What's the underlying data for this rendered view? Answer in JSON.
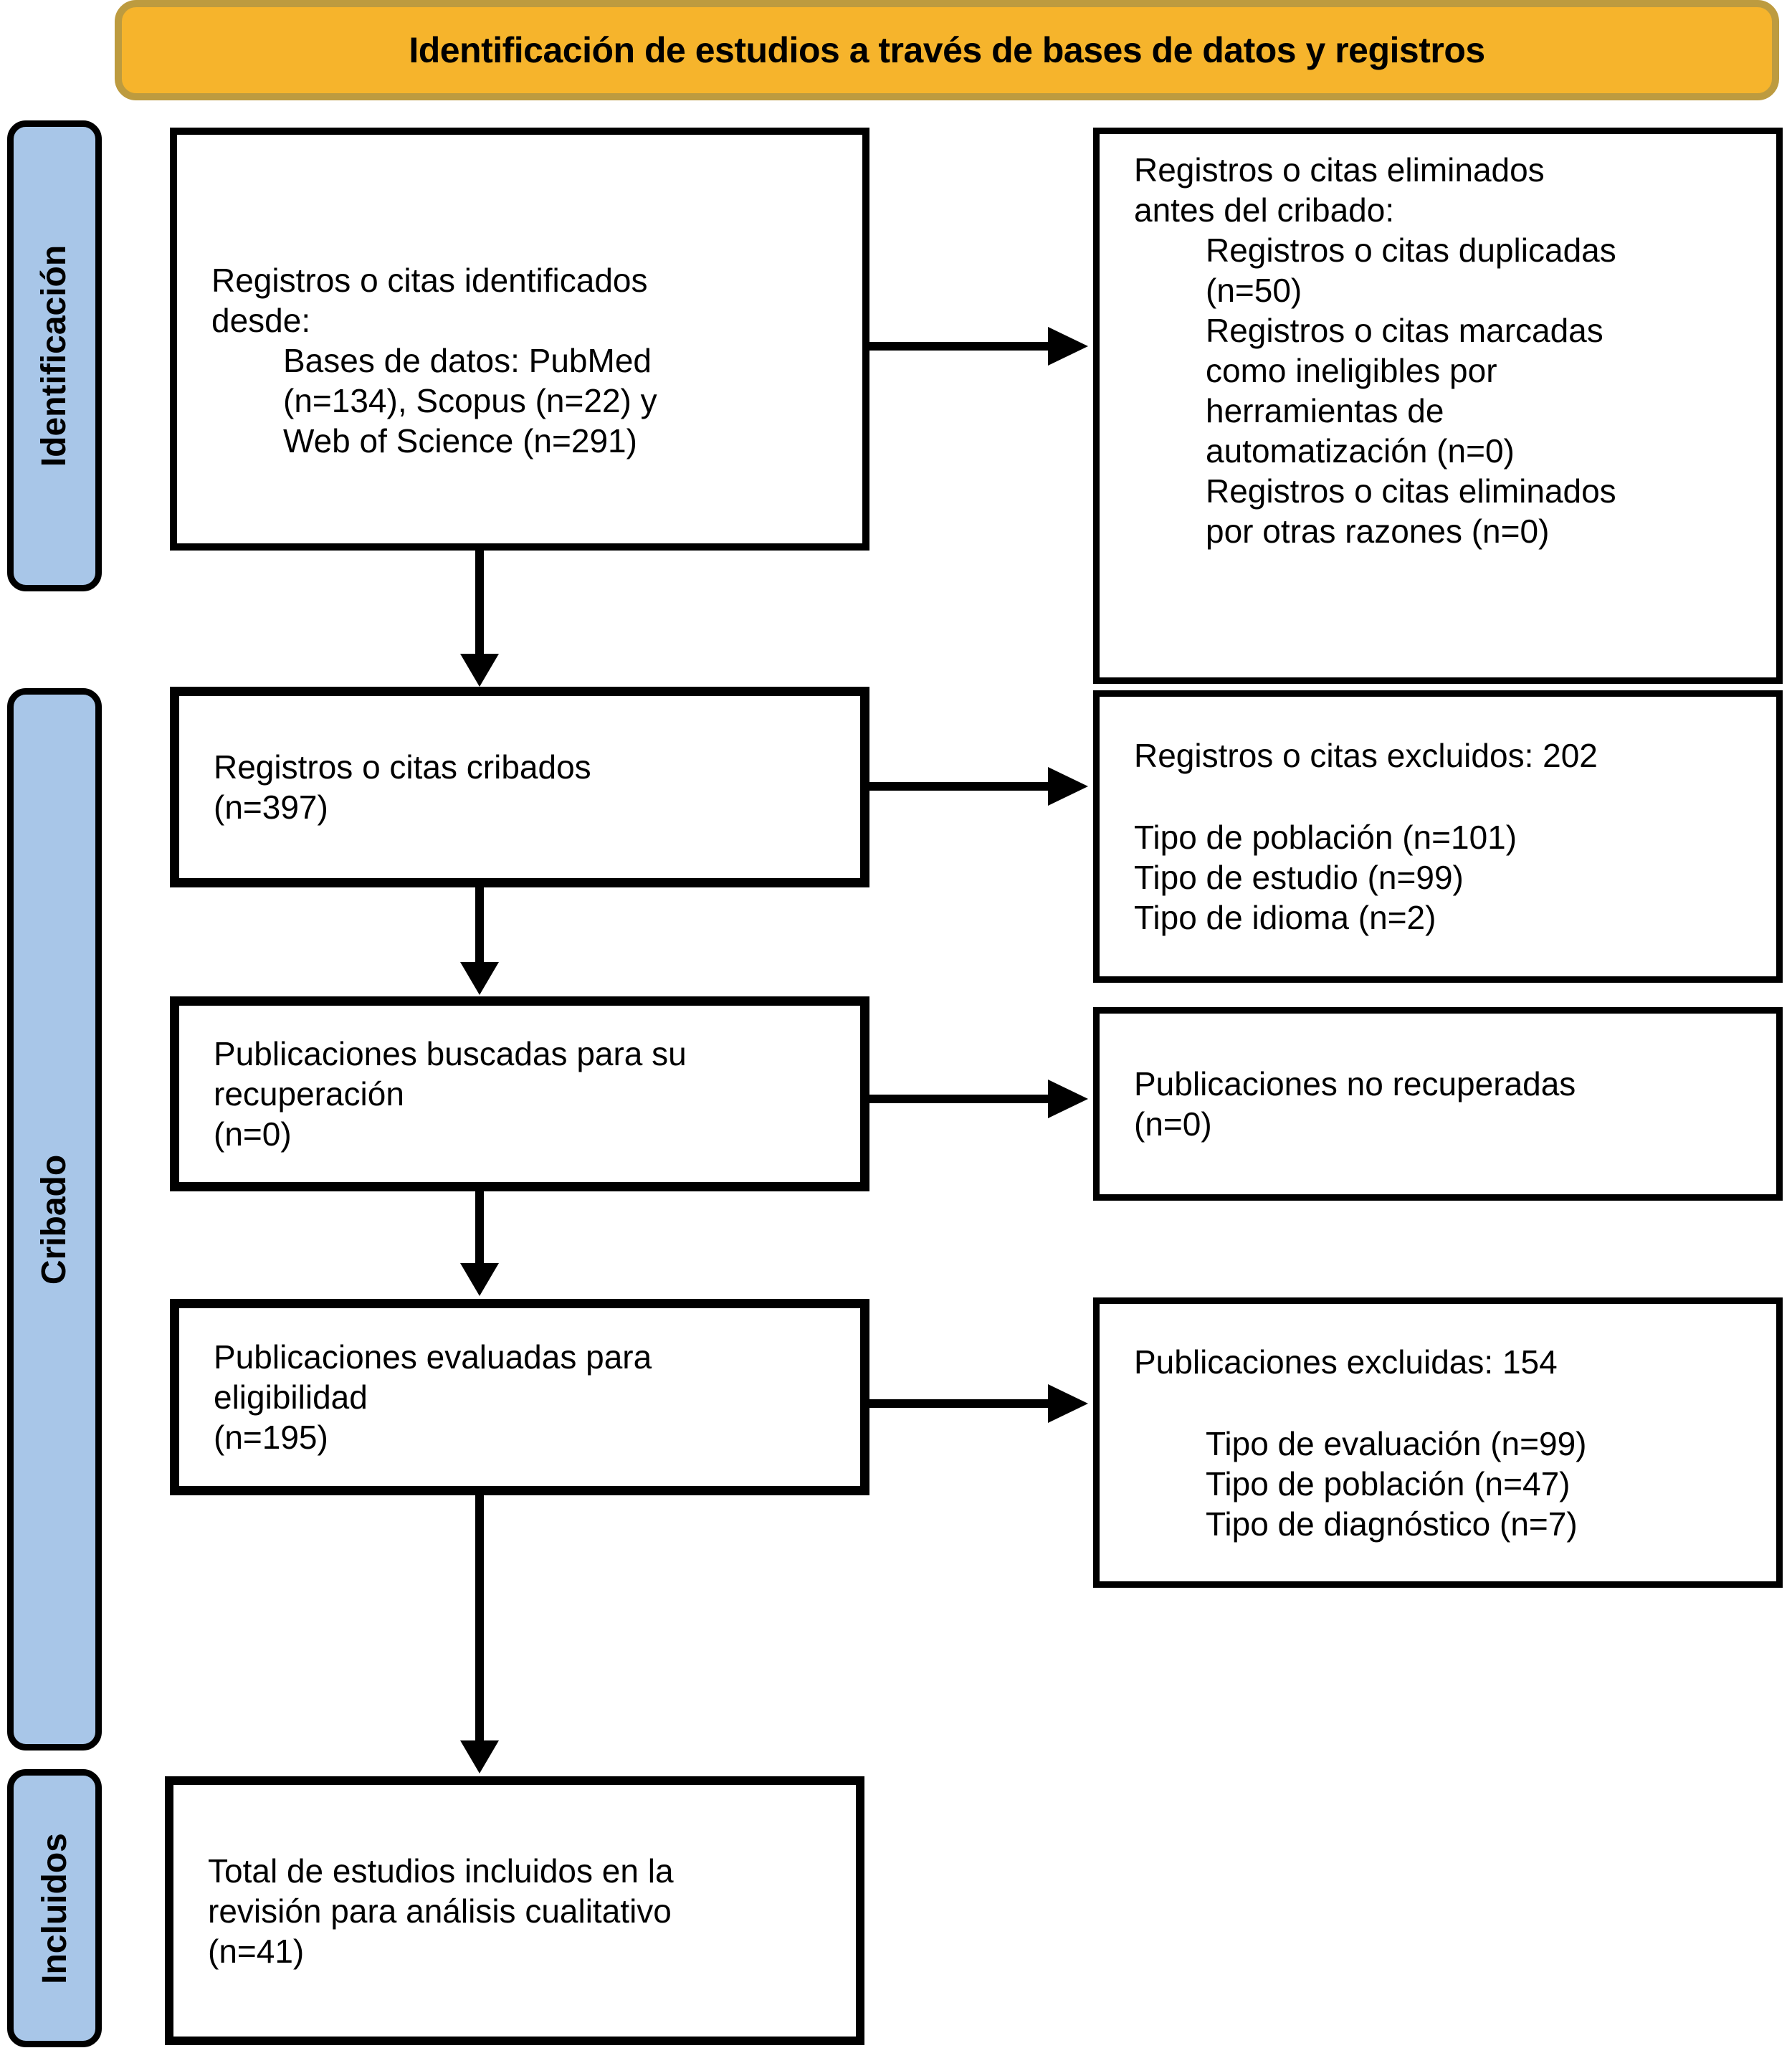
{
  "title": "Identificación de estudios a través de bases de datos y registros",
  "colors": {
    "banner_fill": "#F6B42C",
    "banner_border": "#BD9B3F",
    "stage_fill": "#A8C6E8",
    "box_border": "#000000",
    "text": "#000000"
  },
  "stages": {
    "identification": "Identificación",
    "screening": "Cribado",
    "included": "Incluidos"
  },
  "boxes": {
    "identified": {
      "lines": [
        "Registros o citas identificados",
        "desde:",
        "Bases de datos: PubMed",
        "(n=134), Scopus (n=22) y",
        "Web of Science (n=291)"
      ]
    },
    "removed_before_screening": {
      "lines": [
        "Registros o citas eliminados",
        "antes del cribado:",
        "Registros o citas duplicadas",
        "(n=50)",
        "Registros o citas marcadas",
        "como ineligibles por",
        "herramientas de",
        "automatización (n=0)",
        "Registros o citas eliminados",
        "por otras razones (n=0)"
      ]
    },
    "screened": {
      "lines": [
        "Registros o citas cribados",
        "(n=397)"
      ]
    },
    "records_excluded": {
      "lines": [
        "Registros o citas excluidos: 202",
        "Tipo de población (n=101)",
        "Tipo de estudio (n=99)",
        "Tipo de idioma (n=2)"
      ]
    },
    "sought_for_retrieval": {
      "lines": [
        "Publicaciones buscadas para su",
        "recuperación",
        "(n=0)"
      ]
    },
    "not_retrieved": {
      "lines": [
        "Publicaciones no recuperadas",
        "(n=0)"
      ]
    },
    "assessed_for_eligibility": {
      "lines": [
        "Publicaciones evaluadas para",
        "eligibilidad",
        "(n=195)"
      ]
    },
    "publications_excluded": {
      "lines": [
        "Publicaciones excluidas: 154",
        "Tipo de evaluación (n=99)",
        "Tipo de población (n=47)",
        "Tipo de diagnóstico (n=7)"
      ]
    },
    "included_total": {
      "lines": [
        "Total de estudios incluidos en la",
        "revisión para análisis cualitativo",
        "(n=41)"
      ]
    }
  }
}
